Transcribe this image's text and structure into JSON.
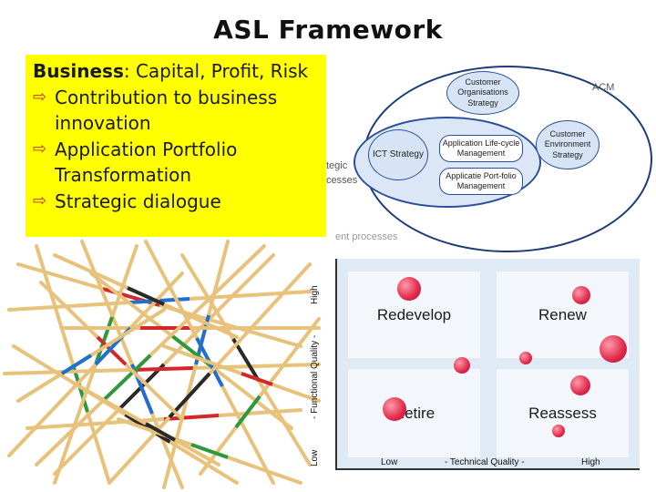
{
  "title": "ASL Framework",
  "text_box": {
    "business_label": "Business",
    "business_rest": ": Capital, Profit, Risk",
    "items": [
      "Contribution to business innovation",
      "Application Portfolio Transformation",
      "Strategic dialogue"
    ]
  },
  "diagram": {
    "acm": "ACM",
    "customer_org": "Customer Organisations Strategy",
    "ict": "ICT Strategy",
    "alm": "Application Life-cycle Management",
    "apm": "Applicatie Port-folio Management",
    "customer_env": "Customer Environment Strategy",
    "strategic_fragment": "tegic",
    "processes_fragment": "cesses",
    "mgmt_fragment": "ent processes"
  },
  "quadrant": {
    "cells": {
      "top_left": "Redevelop",
      "top_right": "Renew",
      "bottom_left": "Retire",
      "bottom_right": "Reassess"
    },
    "y_low": "Low",
    "y_mid": "-   Functional Quality   -",
    "y_high": "High",
    "x_low": "Low",
    "x_mid": "-   Technical Quality   -",
    "x_high": "High",
    "dot_color": "#e0294b"
  },
  "sticks_colors": [
    "#e8c27a",
    "#d3272c",
    "#1f6fd1",
    "#2c9a3a",
    "#2a2a2a"
  ]
}
